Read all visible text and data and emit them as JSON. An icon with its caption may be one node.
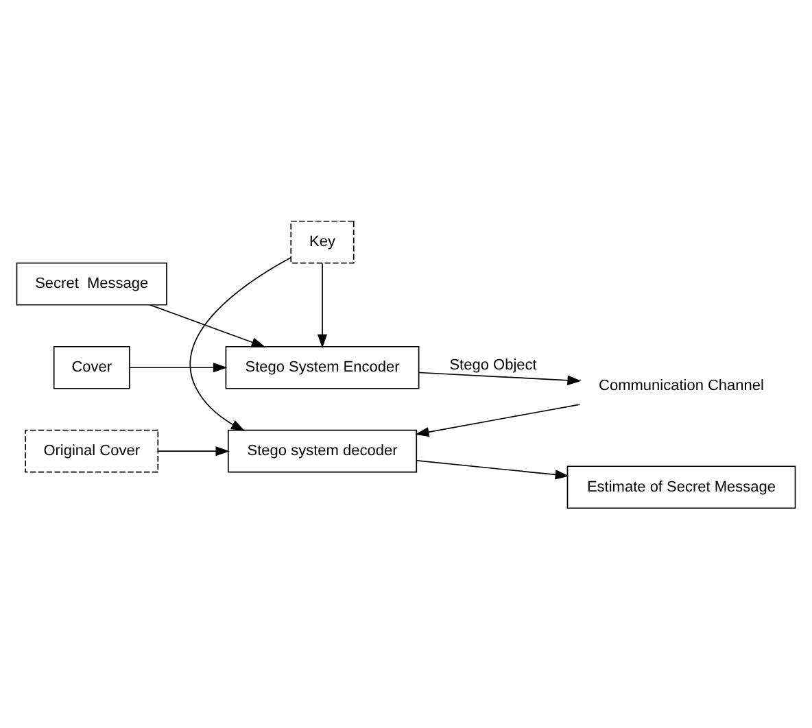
{
  "diagram": {
    "nodes": [
      {
        "text": [
          "Secret  Message"
        ]
      },
      {
        "text": [
          "Cover"
        ]
      },
      {
        "text": [
          "Stego System Encoder"
        ]
      },
      {
        "text": [
          "Key"
        ]
      },
      {
        "text": [
          "Communication Channel"
        ]
      },
      {
        "text": [
          "Stego system decoder"
        ]
      },
      {
        "text": [
          "Estimate of Secret Message"
        ]
      },
      {
        "text": [
          "Original Cover"
        ]
      }
    ],
    "edges": [
      {
        "from": 0,
        "to": 2,
        "arrow": "to"
      },
      {
        "from": 1,
        "to": 2,
        "arrow": "to"
      },
      {
        "from": 2,
        "to": 4,
        "arrow": "to",
        "label": "Stego Object"
      },
      {
        "from": 3,
        "to": 2,
        "arrow": "to"
      },
      {
        "from": 3,
        "to": 5,
        "arrow": "to"
      },
      {
        "from": 4,
        "to": 5,
        "arrow": "to"
      },
      {
        "from": 5,
        "to": 6,
        "arrow": "to"
      },
      {
        "from": 7,
        "to": 5,
        "arrow": "to"
      }
    ]
  }
}
